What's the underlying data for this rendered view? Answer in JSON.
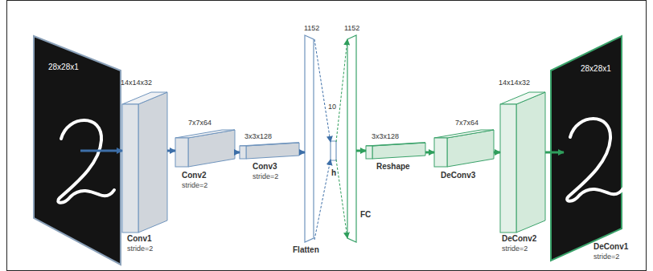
{
  "diagram": {
    "nodes": [
      {
        "text": [
          "28x28x1"
        ]
      },
      {
        "text": [
          "14x14x32",
          "Conv1",
          "stride=2"
        ]
      },
      {
        "text": [
          "7x7x64",
          "Conv2",
          "stride=2"
        ]
      },
      {
        "text": [
          "3x3x128",
          "Conv3",
          "stride=2"
        ]
      },
      {
        "text": [
          "1152",
          "Flatten"
        ]
      },
      {
        "text": [
          "10",
          "h"
        ]
      },
      {
        "text": [
          "1152",
          "FC"
        ]
      },
      {
        "text": [
          "3x3x128",
          "Reshape"
        ]
      },
      {
        "text": [
          "7x7x64",
          "DeConv3"
        ]
      },
      {
        "text": [
          "14x14x32",
          "DeConv2",
          "stride=2"
        ]
      },
      {
        "text": [
          "28x28x1",
          "DeConv1",
          "stride=2"
        ]
      }
    ],
    "edges": [
      {
        "from": 0,
        "to": 1,
        "arrow": "to"
      },
      {
        "from": 1,
        "to": 2,
        "arrow": "to"
      },
      {
        "from": 2,
        "to": 3,
        "arrow": "to"
      },
      {
        "from": 3,
        "to": 4,
        "arrow": "to"
      },
      {
        "from": 4,
        "to": 5,
        "arrow": "to"
      },
      {
        "from": 5,
        "to": 6,
        "arrow": "to"
      },
      {
        "from": 6,
        "to": 7,
        "arrow": "to"
      },
      {
        "from": 7,
        "to": 8,
        "arrow": "to"
      },
      {
        "from": 8,
        "to": 9,
        "arrow": "to"
      },
      {
        "from": 9,
        "to": 10,
        "arrow": "to"
      }
    ]
  }
}
